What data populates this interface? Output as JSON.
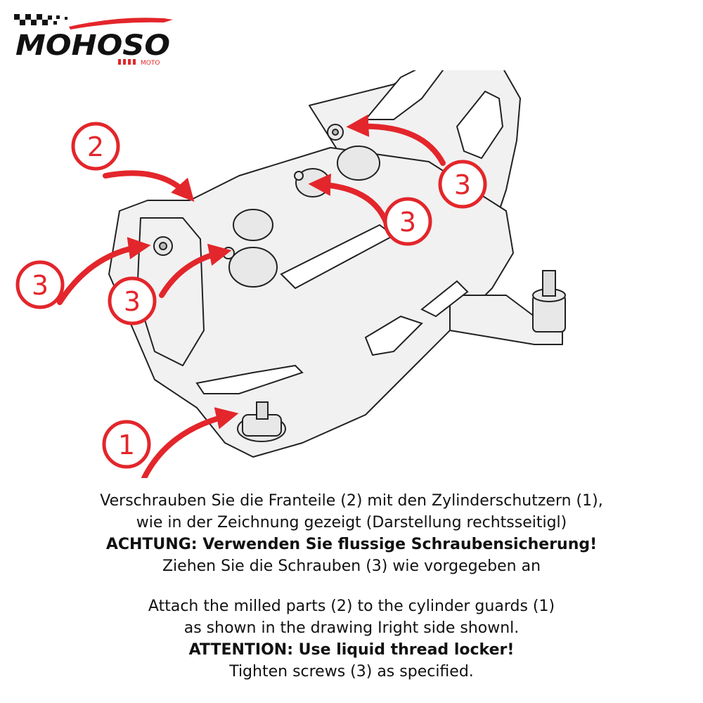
{
  "brand": {
    "name": "MOHOSO",
    "tagline": "MOTO",
    "colors": {
      "red": "#e3262b",
      "black": "#111111"
    }
  },
  "diagram": {
    "callouts": [
      {
        "id": "c2",
        "label": "2"
      },
      {
        "id": "c3a",
        "label": "3"
      },
      {
        "id": "c3b",
        "label": "3"
      },
      {
        "id": "c3c",
        "label": "3"
      },
      {
        "id": "c3d",
        "label": "3"
      },
      {
        "id": "c1",
        "label": "1"
      }
    ]
  },
  "instructions": {
    "german": [
      {
        "text": "Verschrauben Sie die Franteile (2)  mit den Zylinderschutzern (1),",
        "bold": false
      },
      {
        "text": "wie  in der Zeichnung gezeigt  (Darstellung rechtsseitigl)",
        "bold": false
      },
      {
        "text": "ACHTUNG:  Verwenden Sie flussige  Schraubensicherung!",
        "bold": true
      },
      {
        "text": "Ziehen Sie die Schrauben (3) wie  vorgegeben an",
        "bold": false
      }
    ],
    "english": [
      {
        "text": "Attach the milled parts (2) to the  cylinder guards (1)",
        "bold": false
      },
      {
        "text": "as shown in the  drawing Iright side shownl.",
        "bold": false
      },
      {
        "text": "ATTENTION:  Use liquid thread  locker!",
        "bold": true
      },
      {
        "text": "Tighten screws (3) as specified.",
        "bold": false
      }
    ]
  }
}
